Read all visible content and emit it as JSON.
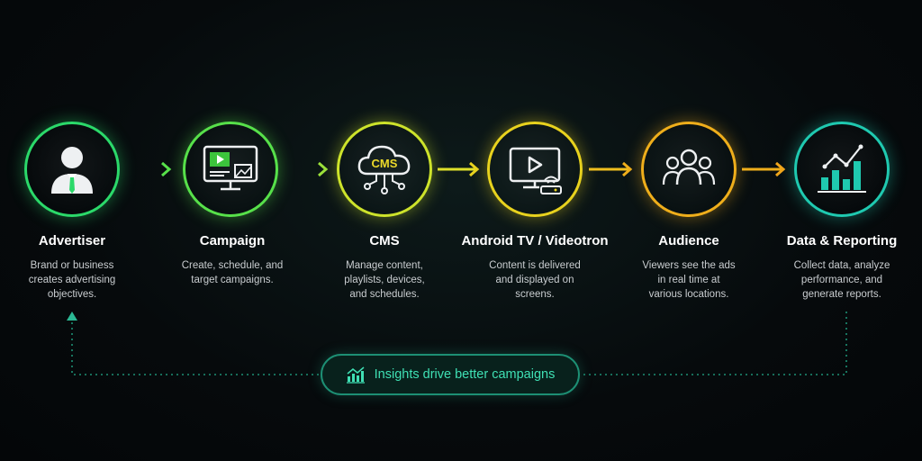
{
  "steps": [
    {
      "title": "Advertiser",
      "desc": "Brand or business\ncreates advertising\nobjectives.",
      "icon": "advertiser-person-icon",
      "color": "#2bd96a"
    },
    {
      "title": "Campaign",
      "desc": "Create, schedule, and\ntarget campaigns.",
      "icon": "campaign-monitor-icon",
      "color": "#57e04a"
    },
    {
      "title": "CMS",
      "desc": "Manage content,\nplaylists, devices,\nand schedules.",
      "icon": "cms-cloud-icon",
      "color": "#cde32b"
    },
    {
      "title": "Android TV / Videotron",
      "desc": "Content is delivered\nand displayed on\nscreens.",
      "icon": "tv-play-icon",
      "color": "#e8d21e"
    },
    {
      "title": "Audience",
      "desc": "Viewers see the ads\nin real time at\nvarious locations.",
      "icon": "audience-group-icon",
      "color": "#efae1b"
    },
    {
      "title": "Data & Reporting",
      "desc": "Collect data, analyze\nperformance, and\ngenerate reports.",
      "icon": "reporting-chart-icon",
      "color": "#1fc9b0"
    }
  ],
  "cms_label": "CMS",
  "feedback": {
    "label": "Insights drive better campaigns",
    "icon": "insights-chart-icon",
    "color": "#3fe0b4"
  }
}
